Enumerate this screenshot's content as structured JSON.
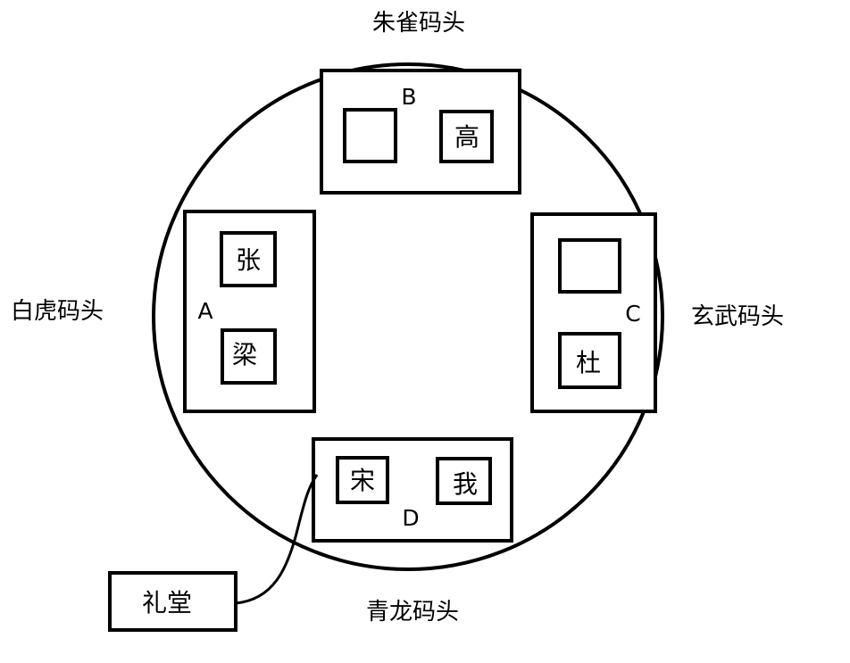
{
  "docks": {
    "north": "朱雀码头",
    "west": "白虎码头",
    "east": "玄武码头",
    "south": "青龙码头"
  },
  "groups": {
    "a": {
      "letter": "A",
      "top_seat": "张",
      "bottom_seat": "梁"
    },
    "b": {
      "letter": "B",
      "left_seat": "",
      "right_seat": "高"
    },
    "c": {
      "letter": "C",
      "top_seat": "",
      "bottom_seat": "杜"
    },
    "d": {
      "letter": "D",
      "left_seat": "宋",
      "right_seat": "我"
    }
  },
  "hall": {
    "label": "礼堂"
  },
  "colors": {
    "stroke": "#000000",
    "background": "#ffffff"
  }
}
